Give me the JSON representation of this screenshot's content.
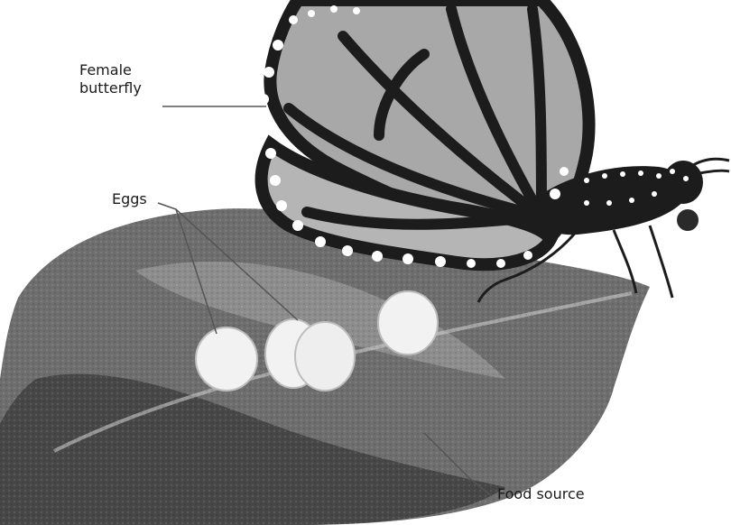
{
  "labels": {
    "female_butterfly_line1": "Female",
    "female_butterfly_line2": "butterfly",
    "eggs": "Eggs",
    "food_source": "Food source"
  },
  "colors": {
    "leaf_dark": "#3d3d3d",
    "leaf_mid": "#6e6e6e",
    "leaf_light": "#9a9a9a",
    "wing_fill": "#a8a8a8",
    "wing_veins": "#1c1c1c",
    "spots": "#ffffff",
    "egg": "#f2f2f2",
    "leader_line": "#555555"
  }
}
